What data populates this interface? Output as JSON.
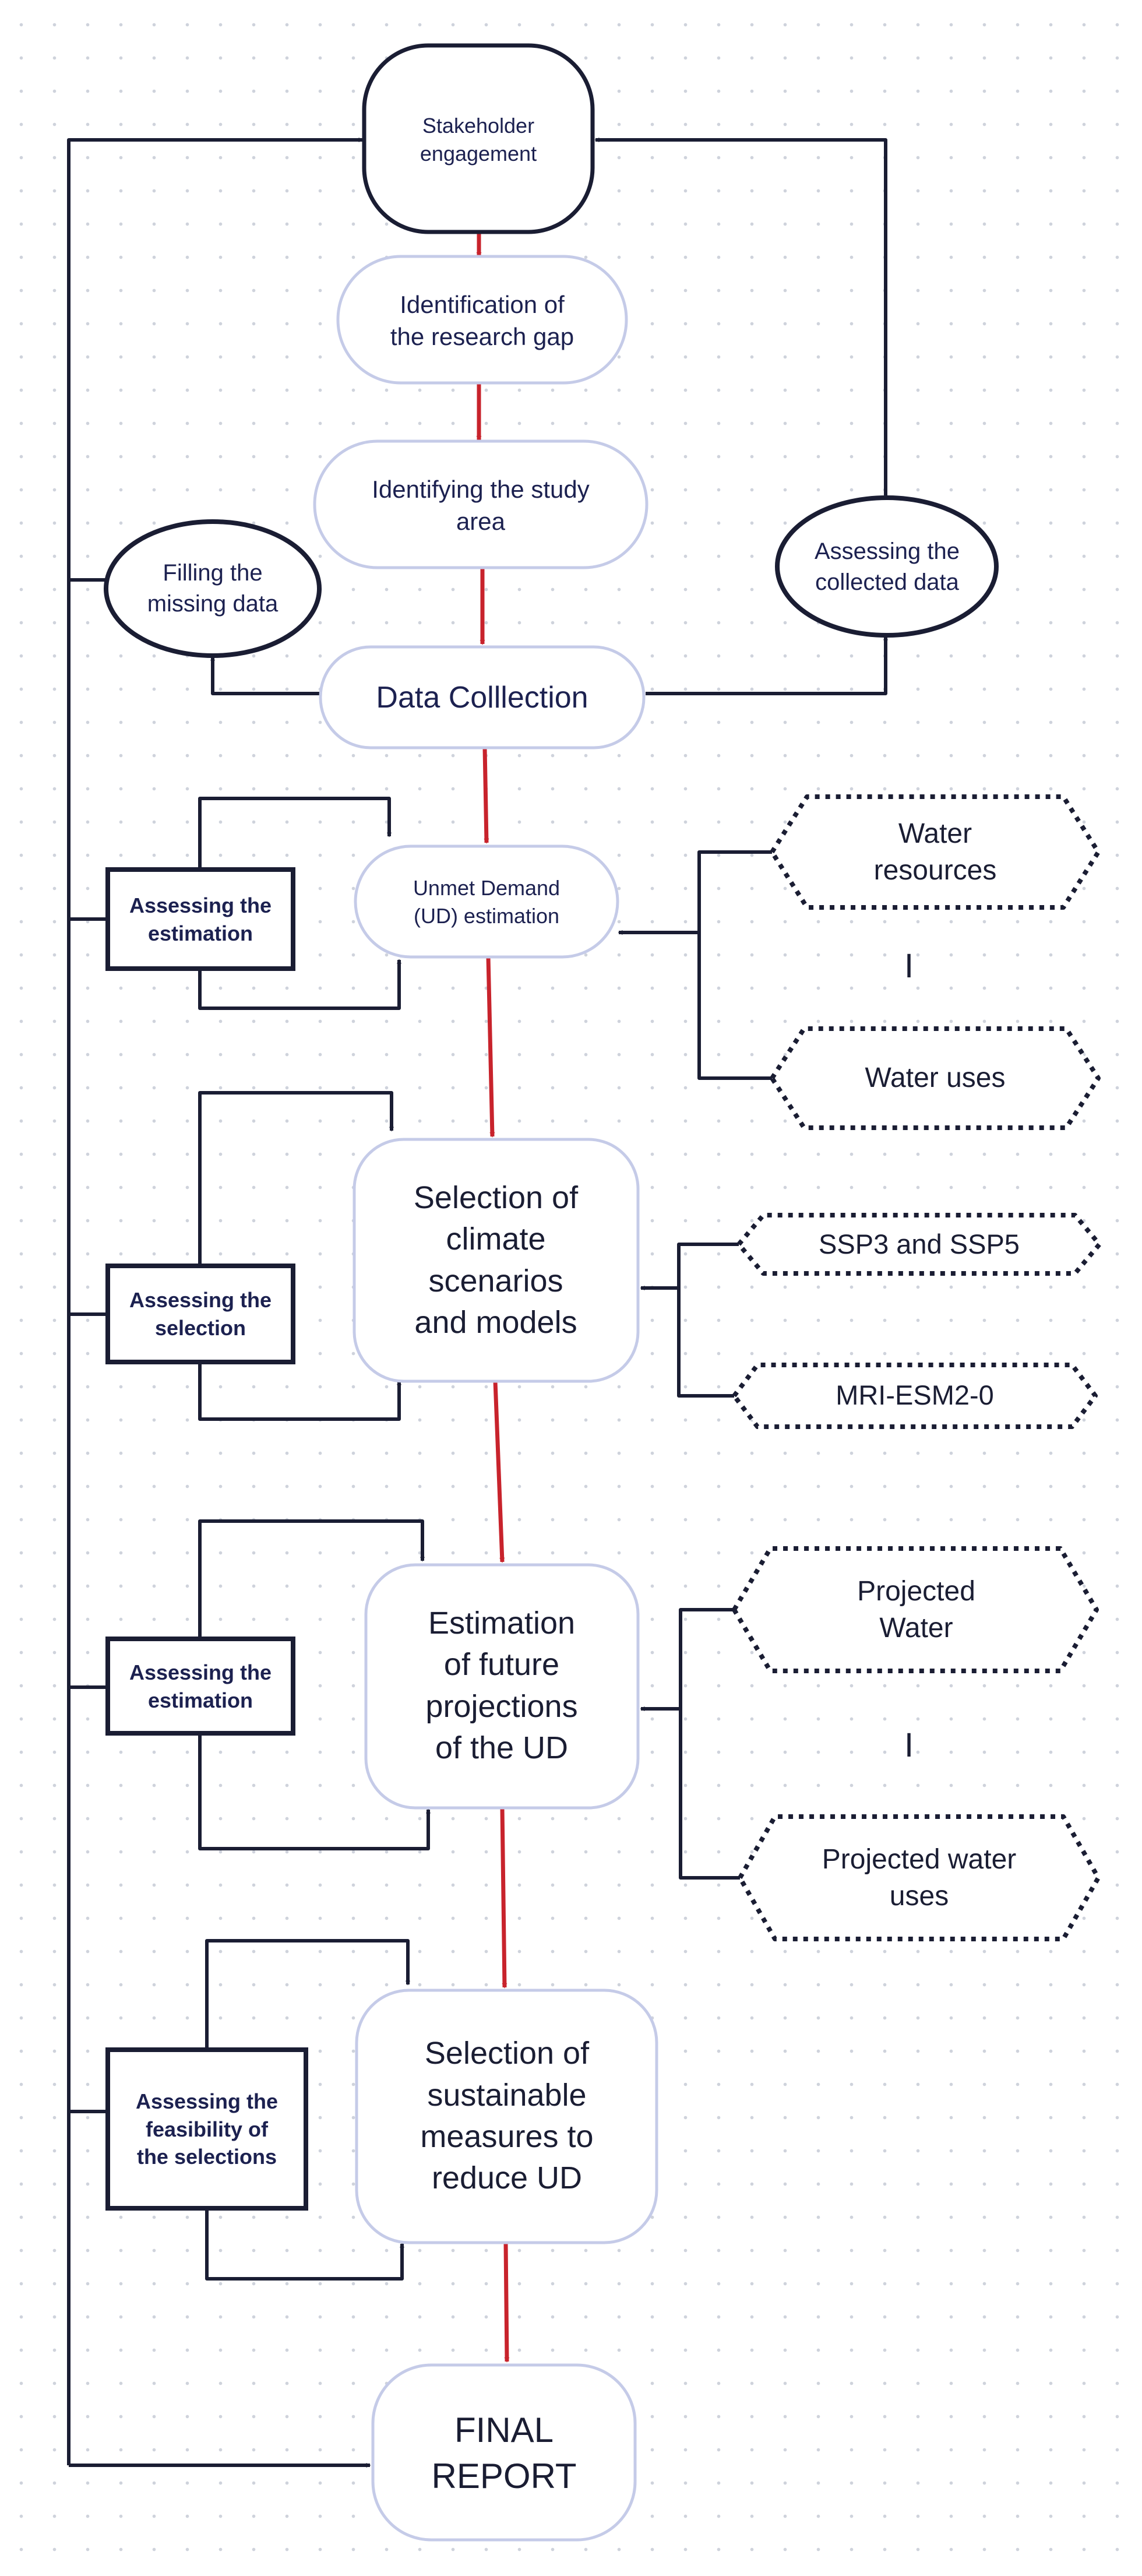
{
  "diagram": {
    "main_steps": {
      "stakeholder": "Stakeholder\nengagement",
      "research_gap": "Identification of\nthe research gap",
      "study_area": "Identifying the study\narea",
      "data_collection": "Data Colllection",
      "ud_estimation": "Unmet Demand\n(UD) estimation",
      "climate_selection": "Selection of\nclimate\nscenarios\nand models",
      "future_projections": "Estimation\nof future\nprojections\nof the UD",
      "sustainable_measures": "Selection of\nsustainable\nmeasures to\nreduce UD",
      "final_report": "FINAL\nREPORT"
    },
    "side_checks": {
      "filling_missing": "Filling the\nmissing data",
      "assessing_collected": "Assessing the\ncollected data",
      "assessing_estimation_1": "Assessing  the\nestimation",
      "assessing_selection": "Assessing  the\nselection",
      "assessing_estimation_2": "Assessing  the\nestimation",
      "assessing_feasibility": "Assessing  the\nfeasibility of\nthe selections"
    },
    "inputs": {
      "water_resources": "Water\nresources",
      "water_uses": "Water uses",
      "ssp": "SSP3 and SSP5",
      "mri": "MRI-ESM2-0",
      "projected_water": "Projected\nWater",
      "projected_uses": "Projected water\nuses"
    },
    "separators": {
      "sep_1": "I",
      "sep_2": "I"
    },
    "colors": {
      "main_border": "#c5cbe8",
      "dark_line": "#1a1d33",
      "flow_arrow": "#c8232c",
      "text": "#1c2150"
    }
  }
}
